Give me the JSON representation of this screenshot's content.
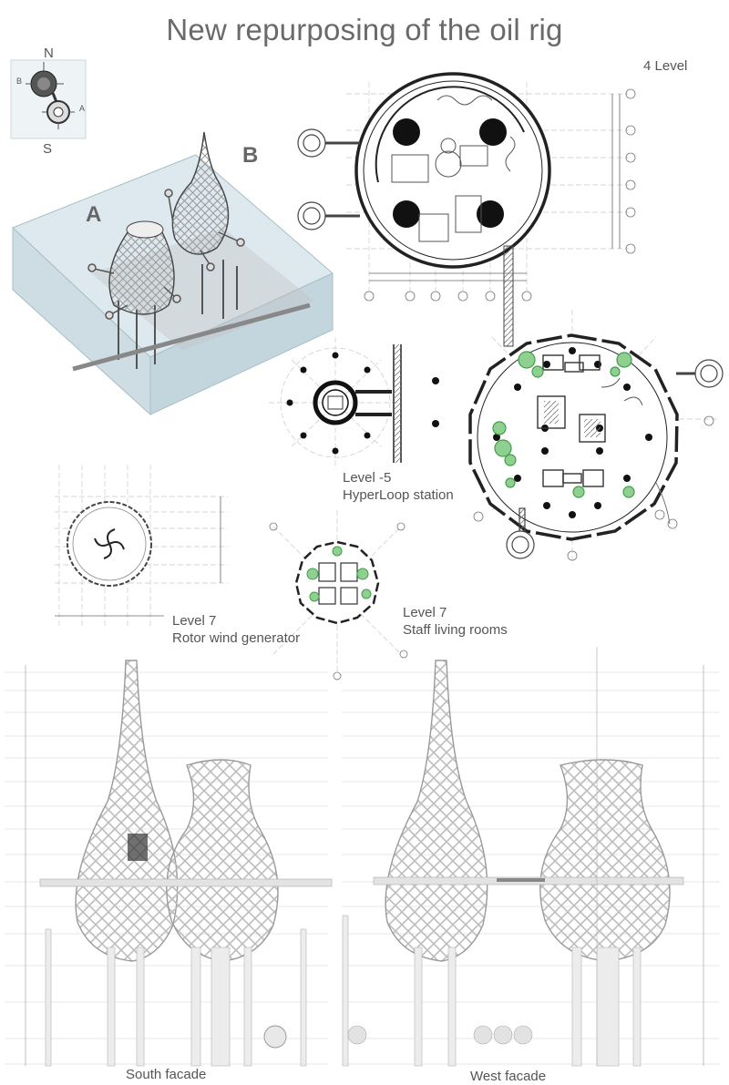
{
  "title": "New repurposing of the oil rig",
  "compass": {
    "north": "N",
    "south": "S",
    "west": "B",
    "east": "A"
  },
  "towers": {
    "a": "A",
    "b": "B"
  },
  "plans": {
    "level4": {
      "label": "4 Level"
    },
    "hyperloop": {
      "level": "Level -5",
      "name": "HyperLoop station"
    },
    "rotor": {
      "level": "Level 7",
      "name": "Rotor wind generator"
    },
    "staff": {
      "level": "Level 7",
      "name": "Staff living rooms"
    }
  },
  "facades": {
    "south": "South facade",
    "west": "West facade"
  },
  "colors": {
    "line": "#222222",
    "grid": "#bbbbbb",
    "glass": "#cfe0e8",
    "tree": "#3f9e4a",
    "text": "#555555"
  }
}
